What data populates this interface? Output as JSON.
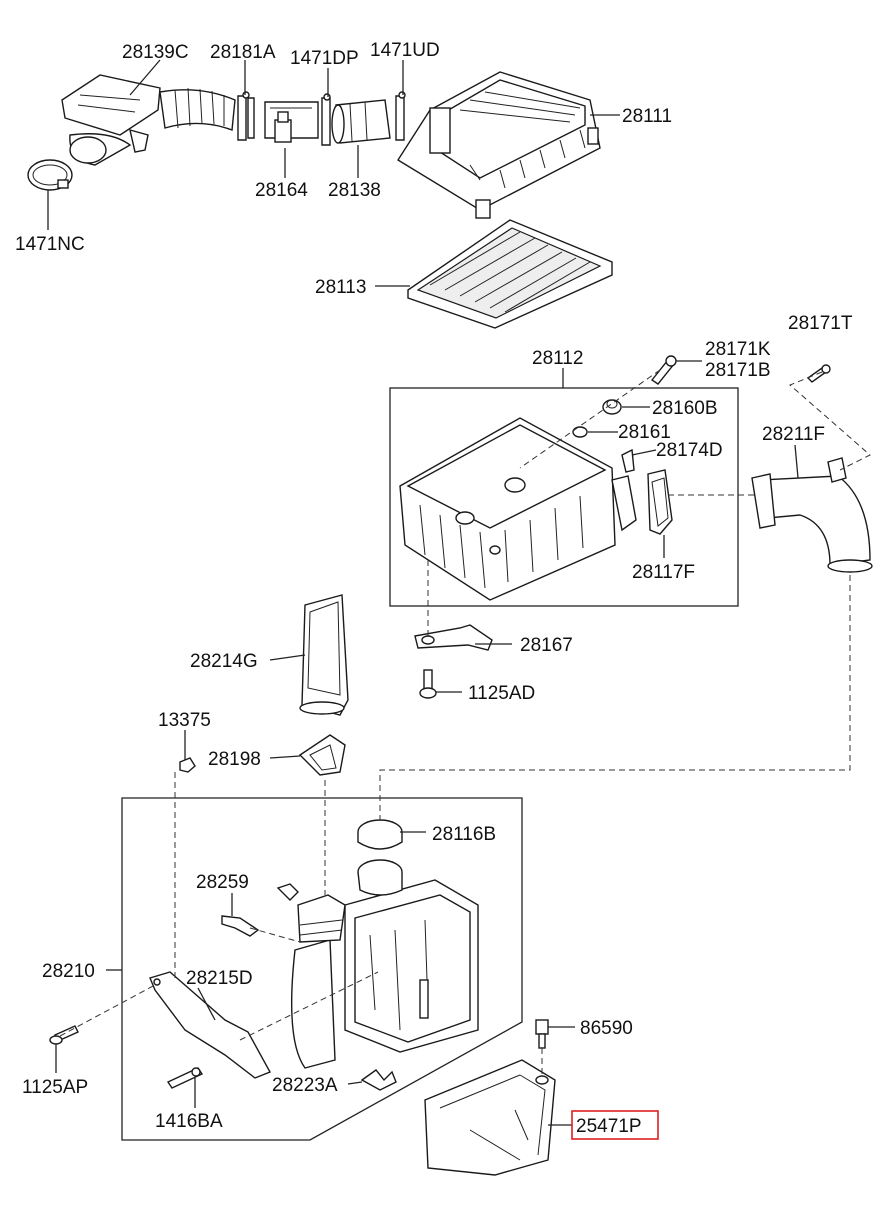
{
  "highlight_color": "#e02020",
  "labels": {
    "p28139C": "28139C",
    "p28181A": "28181A",
    "p1471DP": "1471DP",
    "p1471UD": "1471UD",
    "p28111": "28111",
    "p28164": "28164",
    "p28138": "28138",
    "p1471NC": "1471NC",
    "p28113": "28113",
    "p28112": "28112",
    "p28171K": "28171K",
    "p28171B": "28171B",
    "p28171T": "28171T",
    "p28160B": "28160B",
    "p28161": "28161",
    "p28174D": "28174D",
    "p28211F": "28211F",
    "p28117F": "28117F",
    "p28167": "28167",
    "p1125AD": "1125AD",
    "p28214G": "28214G",
    "p13375": "13375",
    "p28198": "28198",
    "p28116B": "28116B",
    "p28259": "28259",
    "p28210": "28210",
    "p28215D": "28215D",
    "p86590": "86590",
    "p1125AP": "1125AP",
    "p28223A": "28223A",
    "p1416BA": "1416BA",
    "p25471P": "25471P"
  }
}
